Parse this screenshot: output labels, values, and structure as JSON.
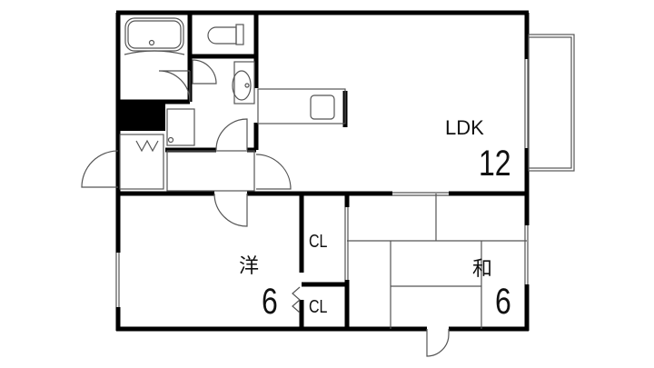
{
  "plan": {
    "rooms": [
      {
        "id": "ldk",
        "name": "LDK",
        "size": "12"
      },
      {
        "id": "western",
        "name": "洋",
        "size": "6"
      },
      {
        "id": "japanese",
        "name": "和",
        "size": "6"
      }
    ],
    "closets": [
      {
        "id": "cl1",
        "label": "CL"
      },
      {
        "id": "cl2",
        "label": "CL"
      }
    ],
    "colors": {
      "wall": "#000000",
      "line": "#555555",
      "background": "#ffffff"
    }
  }
}
